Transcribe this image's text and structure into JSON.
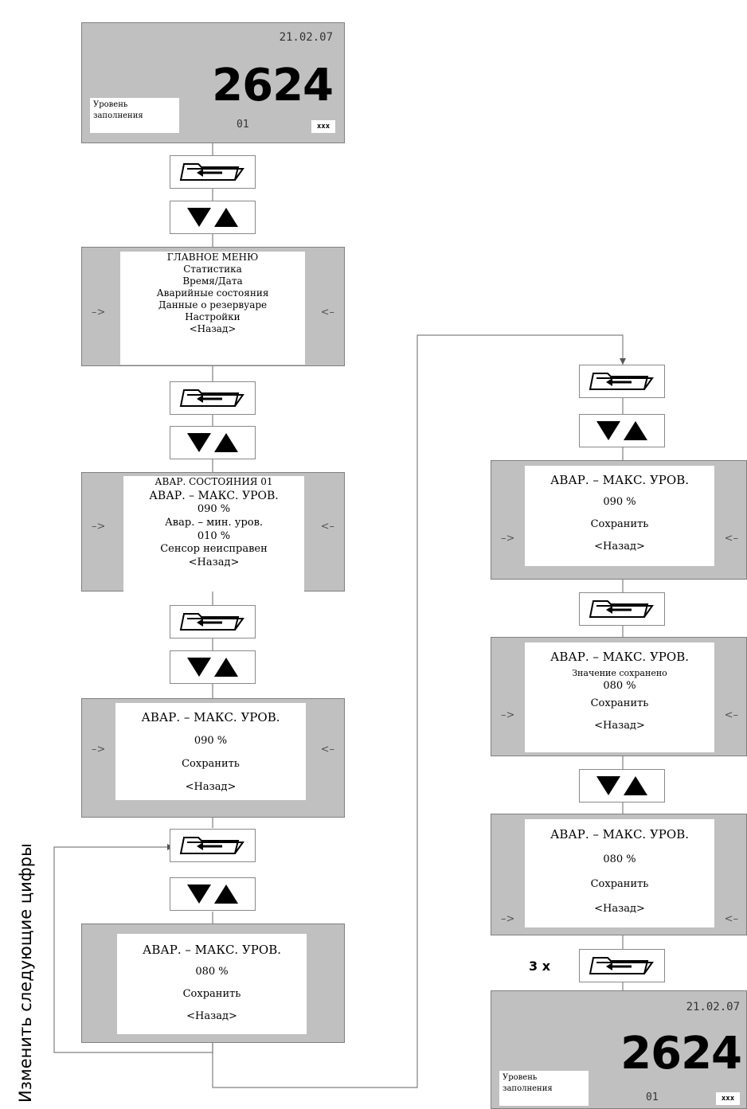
{
  "display": {
    "date": "21.02.07",
    "value": "2624",
    "label_line1": "Уровень",
    "label_line2": "заполнения",
    "channel": "01",
    "unit": "ххх"
  },
  "display_final": {
    "date": "21.02.07",
    "value": "2624",
    "label_line1": "Уровень",
    "label_line2": "заполнения",
    "channel": "01",
    "unit": "ххх"
  },
  "main_menu": {
    "title": "ГЛАВНОЕ МЕНЮ",
    "items": [
      "Статистика",
      "Время/Дата",
      "Аварийные состояния",
      "Данные о резервуаре",
      "Настройки",
      "<Назад>"
    ]
  },
  "alarm_menu": {
    "title": "АВАР. СОСТОЯНИЯ 01",
    "items": [
      "АВАР. – МАКС. УРОВ.",
      "090 %",
      "Авар. – мин. уров.",
      "010 %",
      "Сенсор неисправен",
      "<Назад>"
    ]
  },
  "edit1": {
    "lines": [
      "АВАР. – МАКС. УРОВ.",
      "090 %",
      "Сохранить",
      "<Назад>"
    ]
  },
  "edit2": {
    "lines": [
      "АВАР. – МАКС. УРОВ.",
      "080 %",
      "Сохранить",
      "<Назад>"
    ]
  },
  "edit3": {
    "lines": [
      "АВАР. – МАКС. УРОВ.",
      "090 %",
      "Сохранить",
      "<Назад>"
    ]
  },
  "edit4": {
    "lines": [
      "АВАР. – МАКС. УРОВ.",
      "Значение сохранено",
      "080 %",
      "Сохранить",
      "<Назад>"
    ]
  },
  "edit5": {
    "lines": [
      "АВАР. – МАКС. УРОВ.",
      "080 %",
      "Сохранить",
      "<Назад>"
    ]
  },
  "repeat_label": "3 х",
  "side_label": "Изменить следующие цифры",
  "arrows": {
    "left": "–>",
    "right": "<–"
  }
}
